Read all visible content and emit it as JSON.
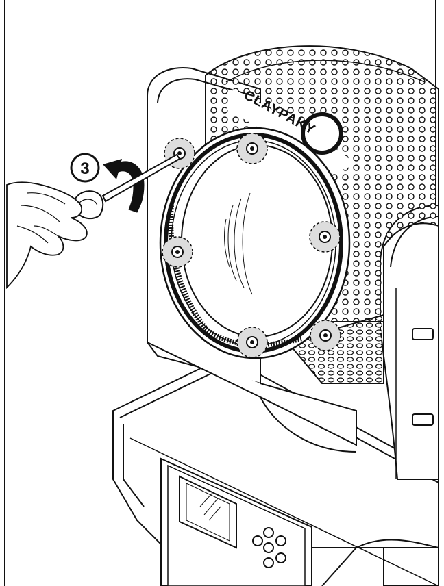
{
  "illustration": {
    "step_number": "3",
    "brand_text": "CLAYPAKY",
    "screws": [
      {
        "label": "screw-top-left"
      },
      {
        "label": "screw-top-center"
      },
      {
        "label": "screw-right"
      },
      {
        "label": "screw-left"
      },
      {
        "label": "screw-bottom-center"
      },
      {
        "label": "screw-bottom-right"
      }
    ],
    "colors": {
      "line": "#111111",
      "fill": "#ffffff",
      "screw_highlight": "#d9d9d9",
      "shadow": "#e8e8e8"
    }
  }
}
